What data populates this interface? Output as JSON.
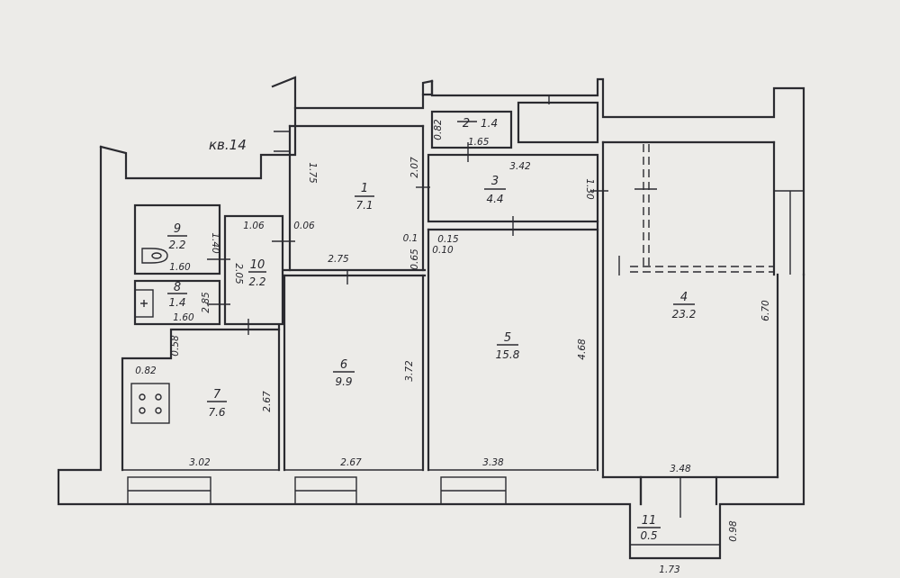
{
  "plan": {
    "title": "кв.14",
    "colors": {
      "paper": "#ecebe8",
      "ink": "#2b2b30"
    },
    "rooms": [
      {
        "id": "r1",
        "number": "1",
        "area": "7.1"
      },
      {
        "id": "r2",
        "number": "2",
        "area": "1.4"
      },
      {
        "id": "r3",
        "number": "3",
        "area": "4.4"
      },
      {
        "id": "r4",
        "number": "4",
        "area": "23.2"
      },
      {
        "id": "r5",
        "number": "5",
        "area": "15.8"
      },
      {
        "id": "r6",
        "number": "6",
        "area": "9.9"
      },
      {
        "id": "r7",
        "number": "7",
        "area": "7.6"
      },
      {
        "id": "r8",
        "number": "8",
        "area": "1.4"
      },
      {
        "id": "r9",
        "number": "9",
        "area": "2.2"
      },
      {
        "id": "r10",
        "number": "10",
        "area": "2.2"
      },
      {
        "id": "r11",
        "number": "11",
        "area": "0.5"
      }
    ],
    "dimensions": [
      {
        "id": "d01",
        "text": "1.75"
      },
      {
        "id": "d02",
        "text": "2.07"
      },
      {
        "id": "d03",
        "text": "0.82"
      },
      {
        "id": "d04",
        "text": "1.65"
      },
      {
        "id": "d05",
        "text": "3.42"
      },
      {
        "id": "d06",
        "text": "1.30"
      },
      {
        "id": "d07",
        "text": "1.06"
      },
      {
        "id": "d08",
        "text": "0.06"
      },
      {
        "id": "d09",
        "text": "1.40"
      },
      {
        "id": "d10",
        "text": "1.60"
      },
      {
        "id": "d11",
        "text": "2.05"
      },
      {
        "id": "d12",
        "text": "2.75"
      },
      {
        "id": "d13",
        "text": "0.1"
      },
      {
        "id": "d14",
        "text": "0.15"
      },
      {
        "id": "d15",
        "text": "0.10"
      },
      {
        "id": "d16",
        "text": "0.65"
      },
      {
        "id": "d17",
        "text": "2.85"
      },
      {
        "id": "d18",
        "text": "1.60"
      },
      {
        "id": "d19",
        "text": "0.58"
      },
      {
        "id": "d20",
        "text": "0.82"
      },
      {
        "id": "d21",
        "text": "2.67"
      },
      {
        "id": "d22",
        "text": "3.72"
      },
      {
        "id": "d23",
        "text": "4.68"
      },
      {
        "id": "d24",
        "text": "6.70"
      },
      {
        "id": "d25",
        "text": "3.02"
      },
      {
        "id": "d26",
        "text": "2.67"
      },
      {
        "id": "d27",
        "text": "3.38"
      },
      {
        "id": "d28",
        "text": "3.48"
      },
      {
        "id": "d29",
        "text": "0.98"
      },
      {
        "id": "d30",
        "text": "1.73"
      }
    ]
  }
}
